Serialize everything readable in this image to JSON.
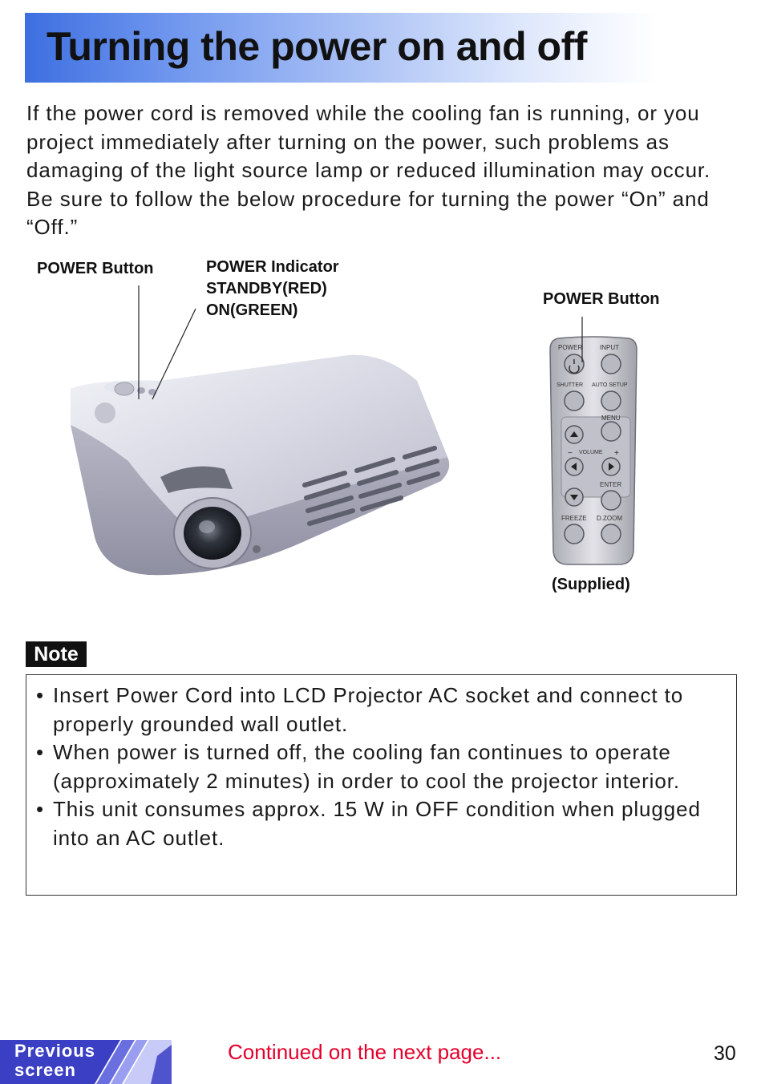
{
  "page": {
    "title": "Turning the power on and off",
    "intro": "If the power cord is removed while the cooling fan is running, or you project immediately after turning on the power, such problems as damaging of the light source lamp or reduced illumination may occur. Be sure to follow the below procedure for turning the power “On” and “Off.”"
  },
  "figure": {
    "projector_power_button_label": "POWER Button",
    "power_indicator_line1": "POWER Indicator",
    "power_indicator_line2": "STANDBY(RED)",
    "power_indicator_line3": "ON(GREEN)",
    "remote_power_button_label": "POWER Button",
    "supplied_label": "(Supplied)",
    "remote_keys": {
      "power": "POWER",
      "input": "INPUT",
      "shutter": "SHUTTER",
      "auto_setup": "AUTO SETUP",
      "menu": "MENU",
      "volume": "VOLUME",
      "enter": "ENTER",
      "freeze": "FREEZE",
      "dzoom": "D.ZOOM"
    }
  },
  "note": {
    "tag": "Note",
    "items": [
      "Insert Power Cord into LCD Projector AC socket and connect to properly grounded wall outlet.",
      "When power is turned off, the cooling fan continues to operate (approximately 2 minutes) in order to cool the projector interior.",
      "This unit consumes approx. 15 W in OFF condition when plugged into an AC outlet."
    ]
  },
  "footer": {
    "prev_line1": "Previous",
    "prev_line2": "screen",
    "continued": "Continued on the next page...",
    "page_number": "30"
  },
  "colors": {
    "title_gradient_start": "#3d6fe0",
    "continued_text": "#e3002b",
    "prev_button": "#3a3fc4"
  }
}
